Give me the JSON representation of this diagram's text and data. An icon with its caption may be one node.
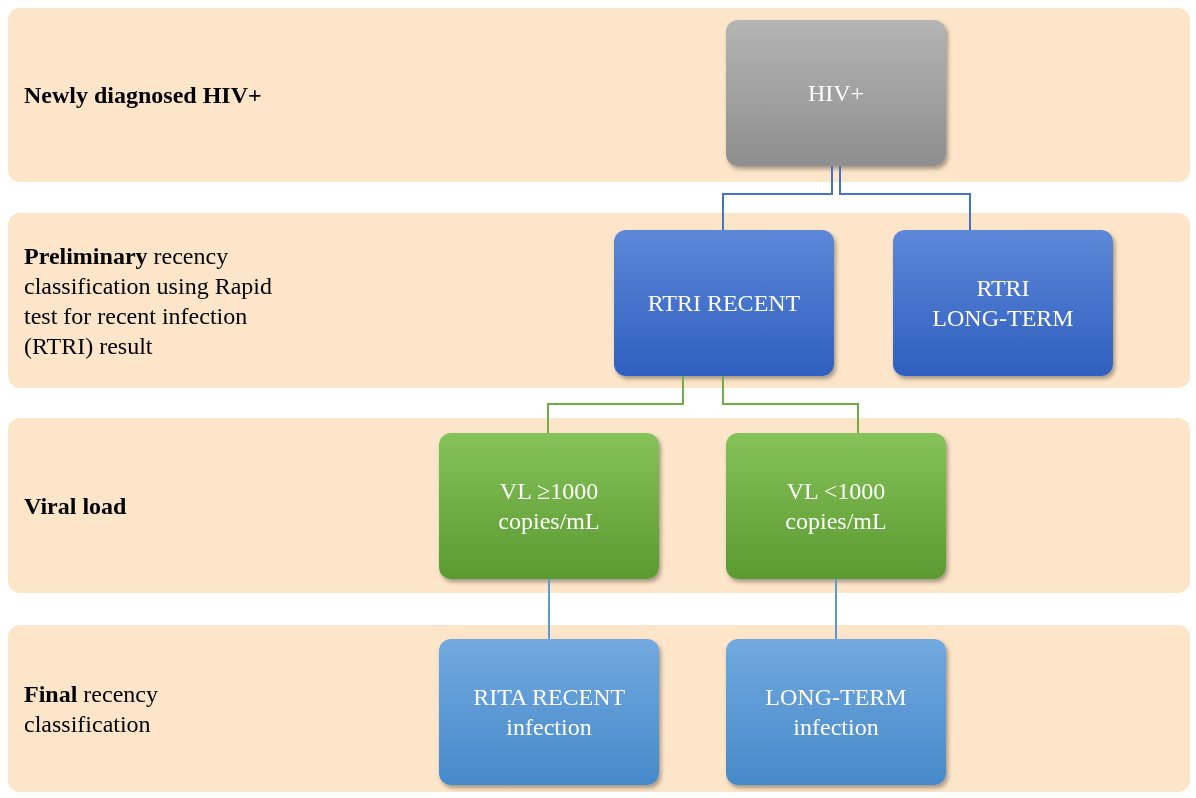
{
  "diagram": {
    "nodes": [
      {
        "text": [
          "Newly diagnosed HIV+"
        ]
      },
      {
        "text": [
          "HIV+"
        ],
        "in": 0
      },
      {
        "text": [
          "**Preliminary** recency classification using Rapid test for recent infection (RTRI) result"
        ]
      },
      {
        "text": [
          "RTRI RECENT"
        ],
        "in": 2
      },
      {
        "text": [
          "RTRI LONG-TERM"
        ],
        "in": 2
      },
      {
        "text": [
          "Viral load"
        ]
      },
      {
        "text": [
          "VL ≥1000 copies/mL"
        ],
        "in": 5
      },
      {
        "text": [
          "VL <1000 copies/mL"
        ],
        "in": 5
      },
      {
        "text": [
          "**Final** recency classification"
        ]
      },
      {
        "text": [
          "RITA RECENT infection"
        ],
        "in": 8
      },
      {
        "text": [
          "LONG-TERM infection"
        ],
        "in": 8
      }
    ],
    "edges": [
      {
        "from": 1,
        "to": 3,
        "arrow": "none",
        "color": "#4472c4"
      },
      {
        "from": 1,
        "to": 4,
        "arrow": "none",
        "color": "#4472c4"
      },
      {
        "from": 3,
        "to": 6,
        "arrow": "none",
        "color": "#70ad47"
      },
      {
        "from": 3,
        "to": 7,
        "arrow": "none",
        "color": "#70ad47"
      },
      {
        "from": 6,
        "to": 9,
        "arrow": "none",
        "color": "#5b9bd5"
      },
      {
        "from": 7,
        "to": 10,
        "arrow": "none",
        "color": "#5b9bd5"
      }
    ]
  }
}
